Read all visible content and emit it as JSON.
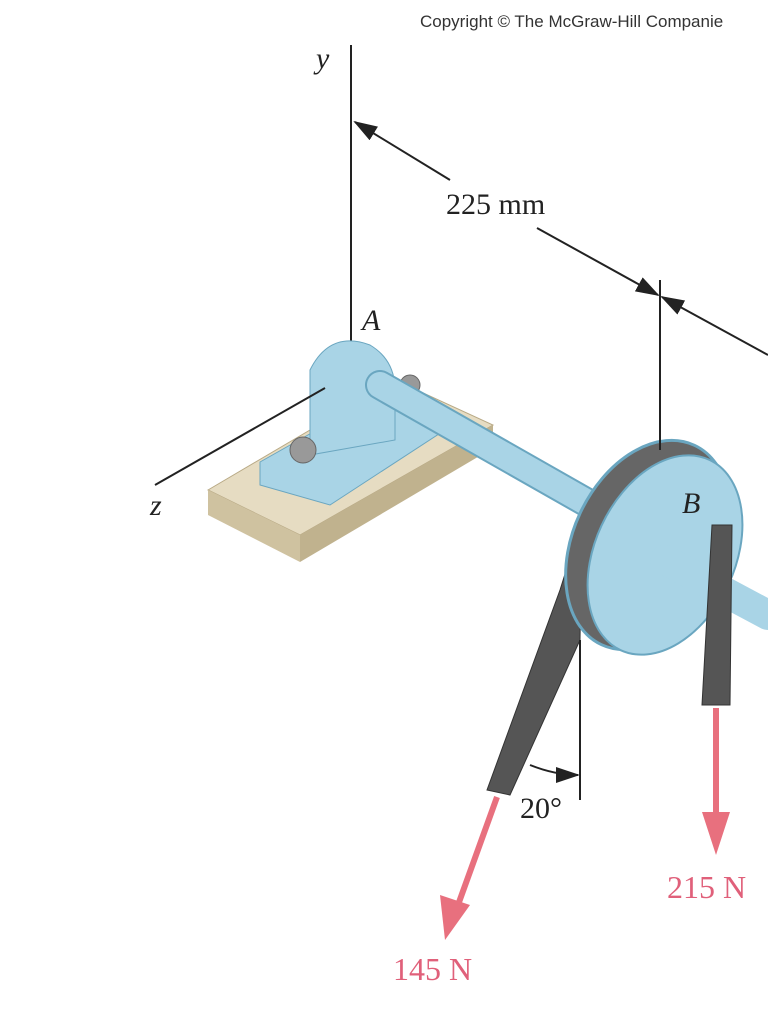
{
  "copyright": "Copyright © The McGraw-Hill Companie",
  "labels": {
    "y_axis": "y",
    "z_axis": "z",
    "point_a": "A",
    "point_b": "B",
    "dimension": "225 mm",
    "angle": "20°",
    "force_left": "145 N",
    "force_right": "215 N"
  },
  "colors": {
    "part": "#a9d4e6",
    "force": "#e8707e",
    "belt": "#555555",
    "base": "#d9cdb0"
  }
}
